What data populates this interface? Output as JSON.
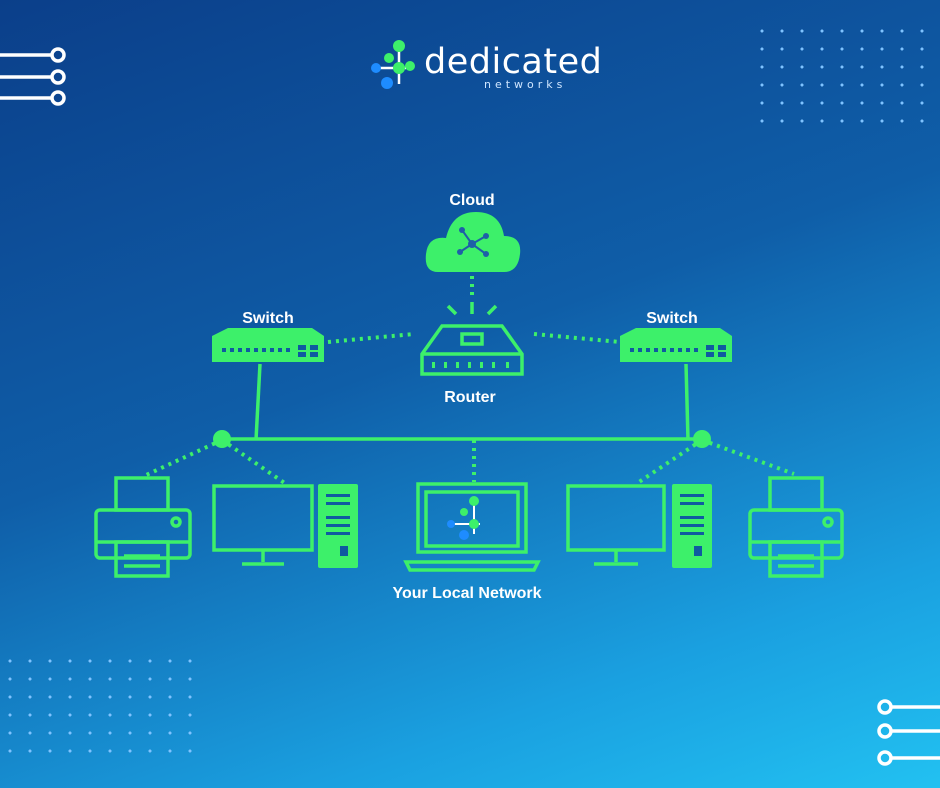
{
  "brand": {
    "name": "dedicated",
    "sub": "networks"
  },
  "nodes": {
    "cloud": "Cloud",
    "router": "Router",
    "switch_left": "Switch",
    "switch_right": "Switch",
    "local_network": "Your Local Network"
  },
  "colors": {
    "accent": "#3df06a",
    "logo_blue": "#1e8cff",
    "logo_green": "#3df06a",
    "background_top": "#0b3f8a",
    "background_bottom": "#22c1f1"
  },
  "icons": [
    "cloud-icon",
    "router-icon",
    "switch-icon",
    "printer-icon",
    "monitor-icon",
    "tower-pc-icon",
    "laptop-icon"
  ]
}
